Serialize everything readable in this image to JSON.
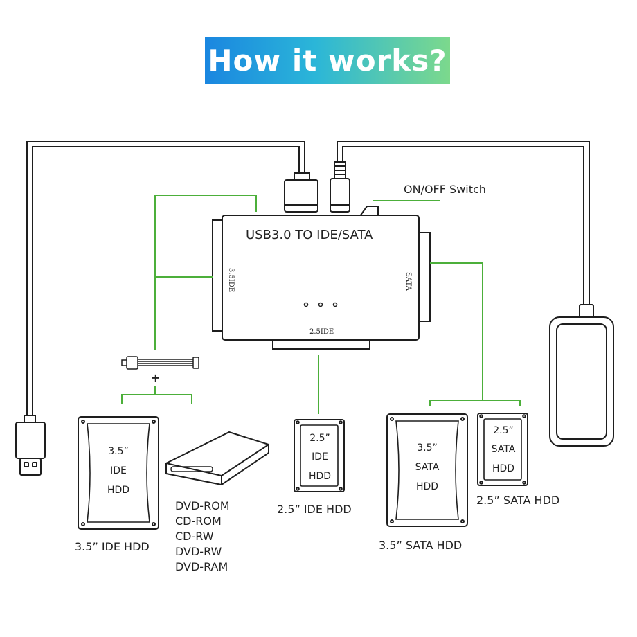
{
  "title": "How it works?",
  "colors": {
    "connector_line": "#4caf3a",
    "outline": "#1e1e1e",
    "banner_start": "#1a86e0",
    "banner_end": "#7cd98c"
  },
  "adapter": {
    "name": "USB3.0 TO IDE/SATA",
    "port_35ide": "3.5IDE",
    "port_sata": "SATA",
    "port_25ide": "2.5IDE"
  },
  "switch_label": "ON/OFF Switch",
  "power_plus": "+",
  "drives": {
    "ide35": {
      "label_lines": [
        "3.5”",
        "IDE",
        "HDD"
      ],
      "caption": "3.5”  IDE HDD"
    },
    "ide25": {
      "label_lines": [
        "2.5”",
        "IDE",
        "HDD"
      ],
      "caption": "2.5”  IDE HDD"
    },
    "sata35": {
      "label_lines": [
        "3.5”",
        "SATA",
        "HDD"
      ],
      "caption": "3.5”  SATA HDD"
    },
    "sata25": {
      "label_lines": [
        "2.5”",
        "SATA",
        "HDD"
      ],
      "caption": "2.5”  SATA HDD"
    }
  },
  "optical_list": [
    "DVD-ROM",
    "CD-ROM",
    "CD-RW",
    "DVD-RW",
    "DVD-RAM"
  ]
}
